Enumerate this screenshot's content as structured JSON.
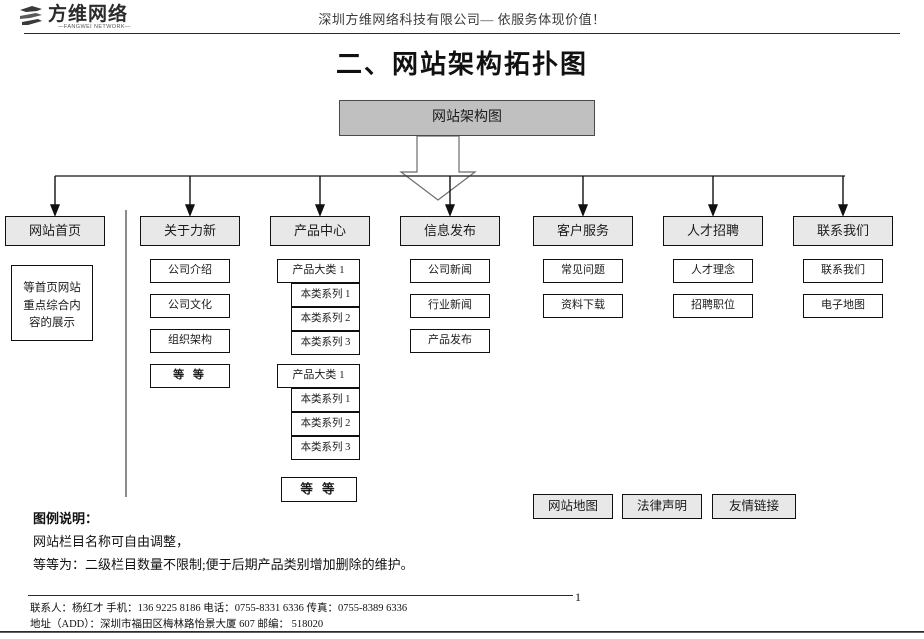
{
  "header": {
    "logo_cn": "方维网络",
    "logo_en": "—FANGWEI NETWORK—",
    "logo_icon": "fangwei-s-mark",
    "company_line": "深圳方维网络科技有限公司— 依服务体现价值！"
  },
  "doc_title": "二、网站架构拓扑图",
  "diagram": {
    "root": "网站架构图",
    "columns": [
      {
        "title": "网站首页",
        "children": [
          {
            "label": "等首页网站重点综合内容的展示",
            "style": "multi"
          }
        ]
      },
      {
        "title": "关于力新",
        "children": [
          {
            "label": "公司介绍"
          },
          {
            "label": "公司文化"
          },
          {
            "label": "组织架构"
          },
          {
            "label": "等  等",
            "style": "bold"
          }
        ]
      },
      {
        "title": "产品中心",
        "groups": [
          {
            "label": "产品大类 1",
            "items": [
              "本类系列 1",
              "本类系列 2",
              "本类系列 3"
            ]
          },
          {
            "label": "产品大类 1",
            "items": [
              "本类系列 1",
              "本类系列 2",
              "本类系列 3"
            ]
          }
        ],
        "tail": "等  等"
      },
      {
        "title": "信息发布",
        "children": [
          {
            "label": "公司新闻"
          },
          {
            "label": "行业新闻"
          },
          {
            "label": "产品发布"
          }
        ]
      },
      {
        "title": "客户服务",
        "children": [
          {
            "label": "常见问题"
          },
          {
            "label": "资料下载"
          }
        ]
      },
      {
        "title": "人才招聘",
        "children": [
          {
            "label": "人才理念"
          },
          {
            "label": "招聘职位"
          }
        ]
      },
      {
        "title": "联系我们",
        "children": [
          {
            "label": "联系我们"
          },
          {
            "label": "电子地图"
          }
        ]
      }
    ],
    "footer_nodes": [
      "网站地图",
      "法律声明",
      "友情链接"
    ]
  },
  "legend": {
    "title": "图例说明：",
    "line1": "网站栏目名称可自由调整，",
    "line2": "等等为：二级栏目数量不限制;便于后期产品类别增加删除的维护。"
  },
  "footer": {
    "page_number": "1",
    "line1": "联系人：杨红才   手机：136 9225 8186    电话：0755-8331 6336      传真：0755-8389 6336",
    "line1_name_label": "联系人：杨红才",
    "line2": "地址（ADD）：深圳市福田区梅林路怡景大厦 607  邮编： 518020"
  },
  "colors": {
    "root_fill": "#c0c0c0",
    "level1_fill": "#e8e8e8",
    "node_fill": "#ffffff",
    "line": "#101010",
    "text": "#1b1b1b"
  }
}
